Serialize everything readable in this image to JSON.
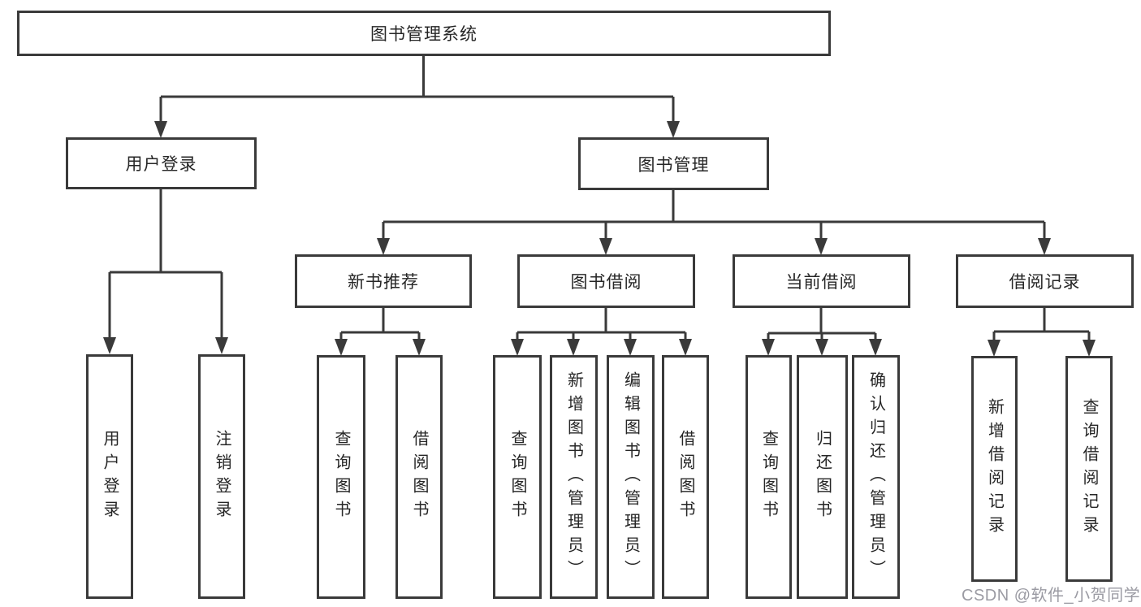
{
  "tree": {
    "label": "图书管理系统",
    "children": [
      {
        "label": "用户登录",
        "children": [
          {
            "label": "用户登录"
          },
          {
            "label": "注销登录"
          }
        ]
      },
      {
        "label": "图书管理",
        "children": [
          {
            "label": "新书推荐",
            "children": [
              {
                "label": "查询图书"
              },
              {
                "label": "借阅图书"
              }
            ]
          },
          {
            "label": "图书借阅",
            "children": [
              {
                "label": "查询图书"
              },
              {
                "label": "新增图书（管理员）"
              },
              {
                "label": "编辑图书（管理员）"
              },
              {
                "label": "借阅图书"
              }
            ]
          },
          {
            "label": "当前借阅",
            "children": [
              {
                "label": "查询图书"
              },
              {
                "label": "归还图书"
              },
              {
                "label": "确认归还（管理员）"
              }
            ]
          },
          {
            "label": "借阅记录",
            "children": [
              {
                "label": "新增借阅记录"
              },
              {
                "label": "查询借阅记录"
              }
            ]
          }
        ]
      }
    ]
  },
  "watermark": {
    "text": "CSDN @软件_小贺同学"
  },
  "colors": {
    "line": "#3a3a3a",
    "box_border": "#3a3a3a",
    "text": "#262626",
    "watermark": "#9b9ba3",
    "background": "#ffffff"
  }
}
